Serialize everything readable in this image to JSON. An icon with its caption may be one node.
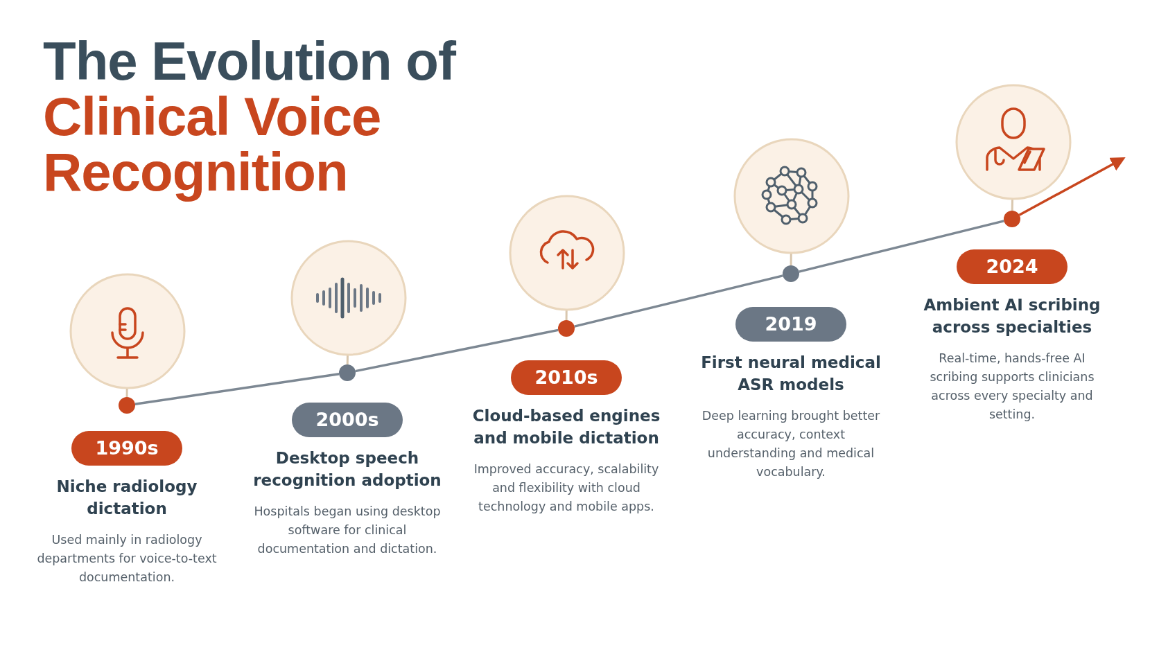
{
  "diagram": {
    "title": "The Evolution of Clinical Voice Recognition",
    "nodes": [
      {
        "text": [],
        "shape": "circle"
      },
      {
        "text": [],
        "shape": "circle"
      },
      {
        "text": [],
        "shape": "circle"
      },
      {
        "text": [],
        "shape": "circle"
      },
      {
        "text": [],
        "shape": "circle"
      },
      {
        "text": [],
        "shape": "circle"
      },
      {
        "text": [],
        "shape": "circle"
      },
      {
        "text": [],
        "shape": "circle"
      },
      {
        "text": [],
        "shape": "circle"
      },
      {
        "text": [],
        "shape": "circle"
      },
      {
        "text": [
          "1990s",
          "Niche radiology dictation",
          "Used mainly in radiology departments for voice-to-text documentation."
        ]
      },
      {
        "text": [
          "2000s",
          "Desktop speech recognition adoption",
          "Hospitals began using desktop software for clinical documentation and dictation."
        ]
      },
      {
        "text": [
          "2010s",
          "Cloud-based engines and mobile dictation",
          "Improved accuracy, scalability and flexibility with cloud technology and mobile apps."
        ]
      },
      {
        "text": [
          "2019",
          "First neural medical ASR models",
          "Deep learning brought better accuracy, context understanding and medical vocabulary."
        ]
      },
      {
        "text": [
          "2024",
          "Ambient AI scribing across specialties",
          "Real-time, hands-free AI scribing supports clinicians across every specialty and setting."
        ]
      }
    ],
    "edges": [
      {
        "from": 5,
        "to": 6,
        "arrow": "none",
        "color": "#7d8893"
      },
      {
        "from": 6,
        "to": 7,
        "arrow": "none",
        "color": "#7d8893"
      },
      {
        "from": 7,
        "to": 8,
        "arrow": "none",
        "color": "#7d8893"
      },
      {
        "from": 8,
        "to": 9,
        "arrow": "none",
        "color": "#7d8893"
      },
      {
        "from": 9,
        "to": null,
        "arrow": "to",
        "color": "#c8461e"
      },
      {
        "from": 5,
        "to": 0,
        "arrow": "none",
        "color": "#d9c7ae"
      },
      {
        "from": 6,
        "to": 1,
        "arrow": "none",
        "color": "#d9c7ae"
      },
      {
        "from": 7,
        "to": 2,
        "arrow": "none",
        "color": "#d9c7ae"
      },
      {
        "from": 8,
        "to": 3,
        "arrow": "none",
        "color": "#d9c7ae"
      },
      {
        "from": 9,
        "to": 4,
        "arrow": "none",
        "color": "#d9c7ae"
      }
    ]
  }
}
